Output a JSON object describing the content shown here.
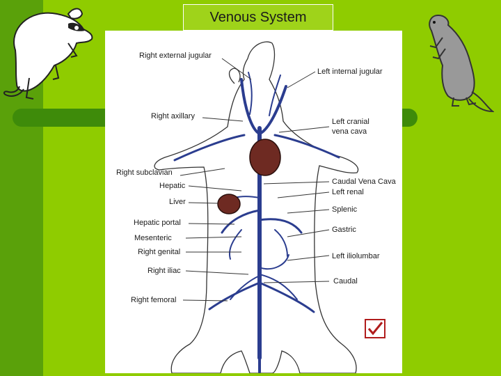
{
  "slide": {
    "title": "Venous System",
    "colors": {
      "background": "#8fcc00",
      "band": "#3e8b0a",
      "vein": "#2b3d8f",
      "organ": "#6e2a22",
      "check": "#b01c1c"
    }
  },
  "diagram": {
    "labels_left": [
      "Right external jugular",
      "Right axillary",
      "Right subclavian",
      "Hepatic",
      "Liver",
      "Hepatic portal",
      "Mesenteric",
      "Right genital",
      "Right iliac",
      "Right femoral"
    ],
    "labels_right": [
      "Left internal jugular",
      "Left cranial",
      "vena cava",
      "Caudal Vena Cava",
      "Left renal",
      "Splenic",
      "Gastric",
      "Left iliolumbar",
      "Caudal"
    ]
  },
  "icons": {
    "left_rat": "white-rat-icon",
    "right_rat": "gray-rat-icon",
    "checkbox": "checkbox-checked-icon"
  }
}
